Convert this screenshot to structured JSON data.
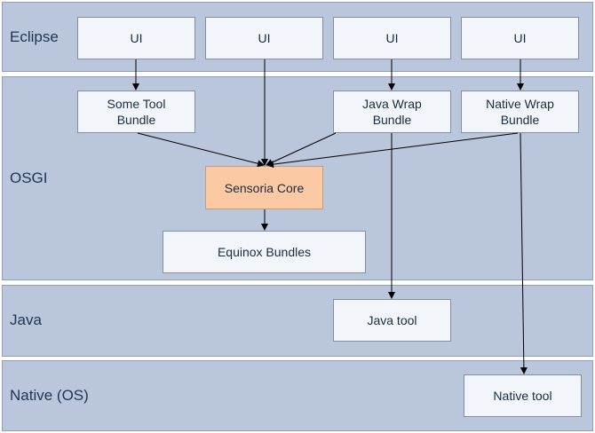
{
  "layers": {
    "eclipse": "Eclipse",
    "osgi": "OSGI",
    "java": "Java",
    "native": "Native (OS)"
  },
  "boxes": {
    "ui1": "UI",
    "ui2": "UI",
    "ui3": "UI",
    "ui4": "UI",
    "some_tool_bundle": "Some Tool\nBundle",
    "java_wrap_bundle": "Java Wrap\nBundle",
    "native_wrap_bundle": "Native Wrap\nBundle",
    "sensoria_core": "Sensoria Core",
    "equinox_bundles": "Equinox Bundles",
    "java_tool": "Java tool",
    "native_tool": "Native tool"
  },
  "colors": {
    "layer_fill": "#b9c6db",
    "box_fill": "#f2f5f9",
    "core_fill": "#fbc9a4"
  }
}
